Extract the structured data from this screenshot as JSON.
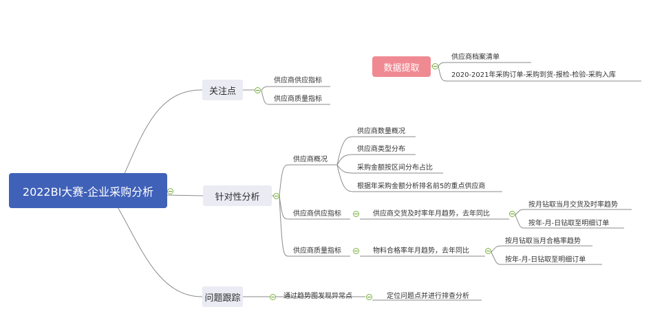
{
  "root": {
    "label": "2022BI大赛-企业采购分析"
  },
  "extract": {
    "label": "数据提取",
    "items": [
      "供应商档案清单",
      "2020-2021年采购订单-采购到货-报检-检验-采购入库"
    ]
  },
  "focus": {
    "label": "关注点",
    "items": [
      "供应商供应指标",
      "供应商质量指标"
    ]
  },
  "targeted": {
    "label": "针对性分析",
    "overview": {
      "label": "供应商概况",
      "items": [
        "供应商数量概况",
        "供应商类型分布",
        "采购金额按区间分布占比",
        "根据年采购金额分析排名前5的重点供应商"
      ]
    },
    "supply": {
      "label": "供应商供应指标",
      "trend": "供应商交货及时率年月趋势，去年同比",
      "items": [
        "按月钻取当月交货及时率趋势",
        "按年-月-日钻取至明细订单"
      ]
    },
    "quality": {
      "label": "供应商质量指标",
      "trend": "物料合格率年月趋势，去年同比",
      "items": [
        "按月钻取当月合格率趋势",
        "按年-月-日钻取至明细订单"
      ]
    }
  },
  "tracking": {
    "label": "问题跟踪",
    "step1": "通过趋势图发现异常点",
    "step2": "定位问题点并进行排查分析"
  },
  "colors": {
    "root": "#4061b8",
    "branch": "#eaebf3",
    "extract": "#f08a92",
    "toggle": "#7bb33b",
    "line": "#8a8a8a"
  }
}
